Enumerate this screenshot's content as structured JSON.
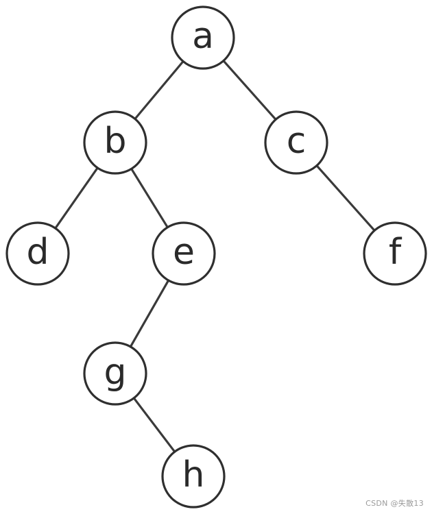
{
  "tree": {
    "nodes": [
      {
        "id": "a",
        "label": "a"
      },
      {
        "id": "b",
        "label": "b"
      },
      {
        "id": "c",
        "label": "c"
      },
      {
        "id": "d",
        "label": "d"
      },
      {
        "id": "e",
        "label": "e"
      },
      {
        "id": "f",
        "label": "f"
      },
      {
        "id": "g",
        "label": "g"
      },
      {
        "id": "h",
        "label": "h"
      }
    ],
    "edges": [
      {
        "from": "a",
        "to": "b"
      },
      {
        "from": "a",
        "to": "c"
      },
      {
        "from": "b",
        "to": "d"
      },
      {
        "from": "b",
        "to": "e"
      },
      {
        "from": "c",
        "to": "f"
      },
      {
        "from": "e",
        "to": "g"
      },
      {
        "from": "g",
        "to": "h"
      }
    ]
  },
  "watermark": "CSDN @失散13"
}
